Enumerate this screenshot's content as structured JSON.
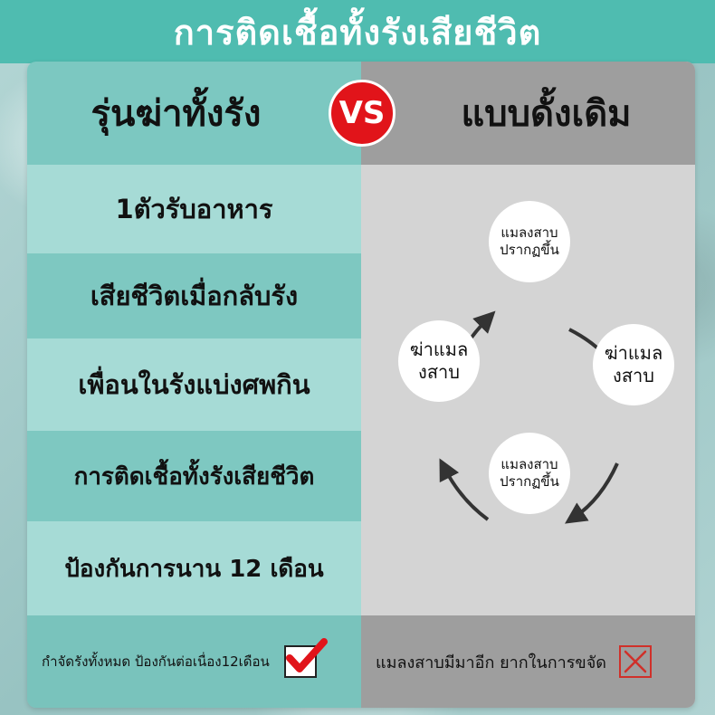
{
  "banner": {
    "title": "การติดเชื้อทั้งรังเสียชีวิต"
  },
  "header": {
    "left": "รุ่นฆ่าทั้งรัง",
    "vs": "VS",
    "right": "แบบดั้งเดิม"
  },
  "rows": [
    {
      "text": "1ตัวรับอาหาร"
    },
    {
      "text": "เสียชีวิตเมื่อกลับรัง"
    },
    {
      "text": "เพื่อนในรังแบ่งศพกิน"
    },
    {
      "text": "การติดเชื้อทั้งรังเสียชีวิต"
    },
    {
      "text": "ป้องกันการนาน 12 เดือน"
    }
  ],
  "cycle": {
    "top": {
      "line1": "แมลงสาบ",
      "line2": "ปรากฏขึ้น"
    },
    "right": {
      "line1": "ฆ่าแมล",
      "line2": "งสาบ"
    },
    "bottom": {
      "line1": "แมลงสาบ",
      "line2": "ปรากฏขึ้น"
    },
    "left": {
      "line1": "ฆ่าแมล",
      "line2": "งสาบ"
    }
  },
  "footer": {
    "left": "กำจัดรังทั้งหมด ป้องกันต่อเนื่อง12เดือน",
    "right": "แมลงสาบมีมาอีก ยากในการขจัด"
  },
  "colors": {
    "banner": "#4fbcb0",
    "vs_badge": "#e1141a",
    "check": "#e1141a",
    "cross": "#d0302a"
  },
  "icons": {
    "check": "check-icon",
    "cross": "cross-icon"
  }
}
